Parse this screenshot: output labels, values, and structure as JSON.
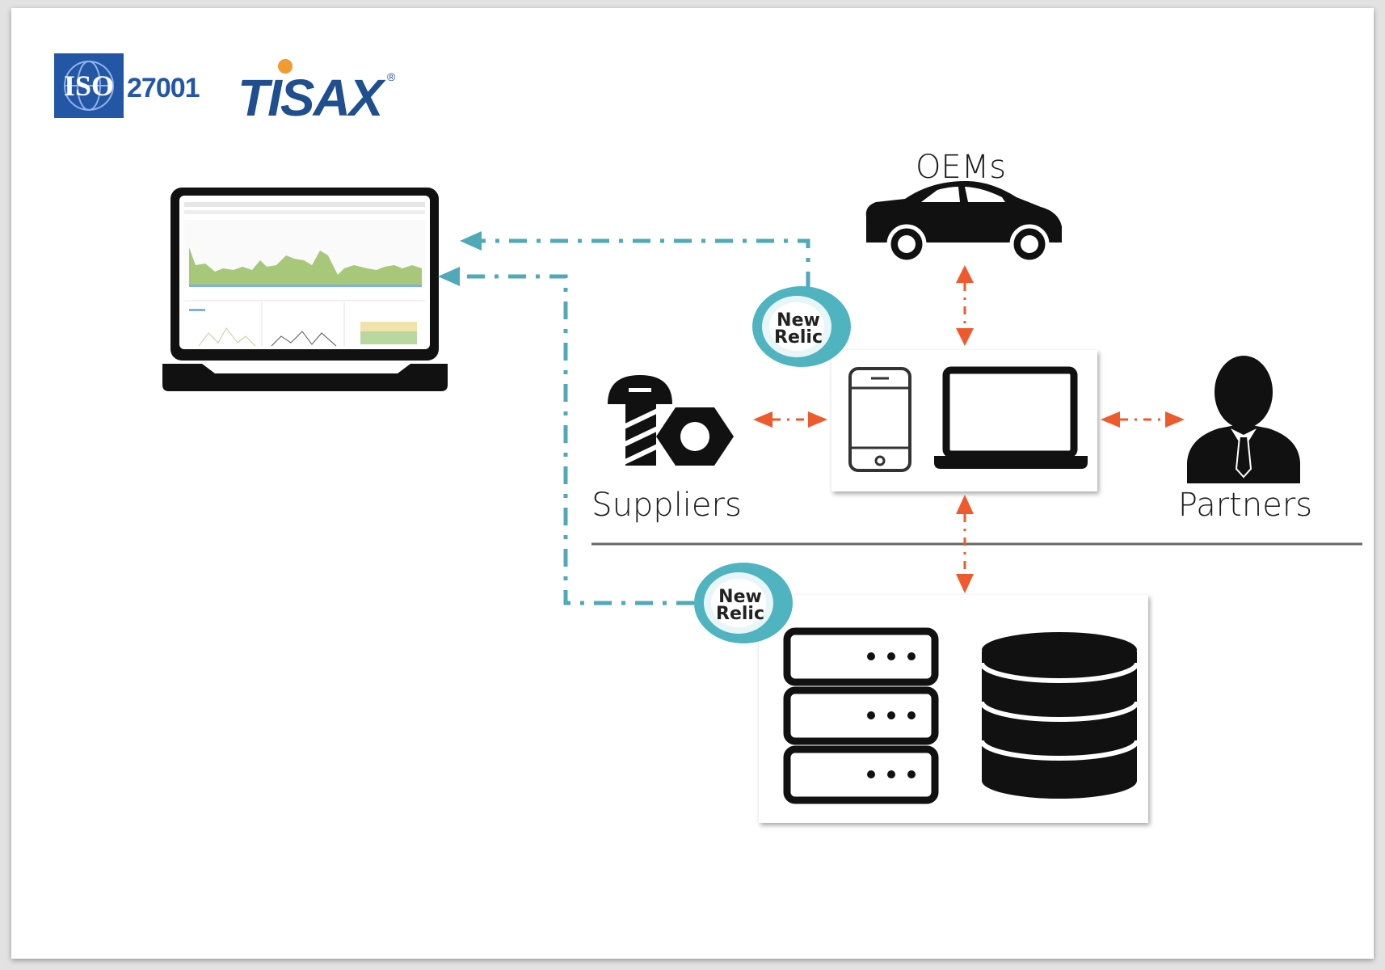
{
  "logos": {
    "iso": {
      "mark": "ISO",
      "number": "27001",
      "color": "#2456a6"
    },
    "tisax": {
      "text": "TISAX",
      "registered": "®",
      "color": "#1f4f8f",
      "dot_color": "#f39a32"
    }
  },
  "nodes": {
    "oems": {
      "label": "OEMs",
      "icon": "car-icon"
    },
    "suppliers": {
      "label": "Suppliers",
      "icon": "screw-nut-icon"
    },
    "partners": {
      "label": "Partners",
      "icon": "businessman-icon"
    },
    "client_devices": {
      "icons": [
        "smartphone-icon",
        "laptop-icon"
      ]
    },
    "backend": {
      "icons": [
        "server-rack-icon",
        "database-icon"
      ]
    },
    "monitoring_dashboard": {
      "icon": "laptop-dashboard-icon"
    }
  },
  "badges": [
    {
      "id": "new-relic-badge-top",
      "line1": "New",
      "line2": "Relic"
    },
    {
      "id": "new-relic-badge-bottom",
      "line1": "New",
      "line2": "Relic"
    }
  ],
  "colors": {
    "monitoring_line": "#4fa9b8",
    "exchange_arrow": "#ee5a2c",
    "badge_outer": "#4fb4c0",
    "badge_inner": "#e8f6f8",
    "divider": "#666666"
  }
}
